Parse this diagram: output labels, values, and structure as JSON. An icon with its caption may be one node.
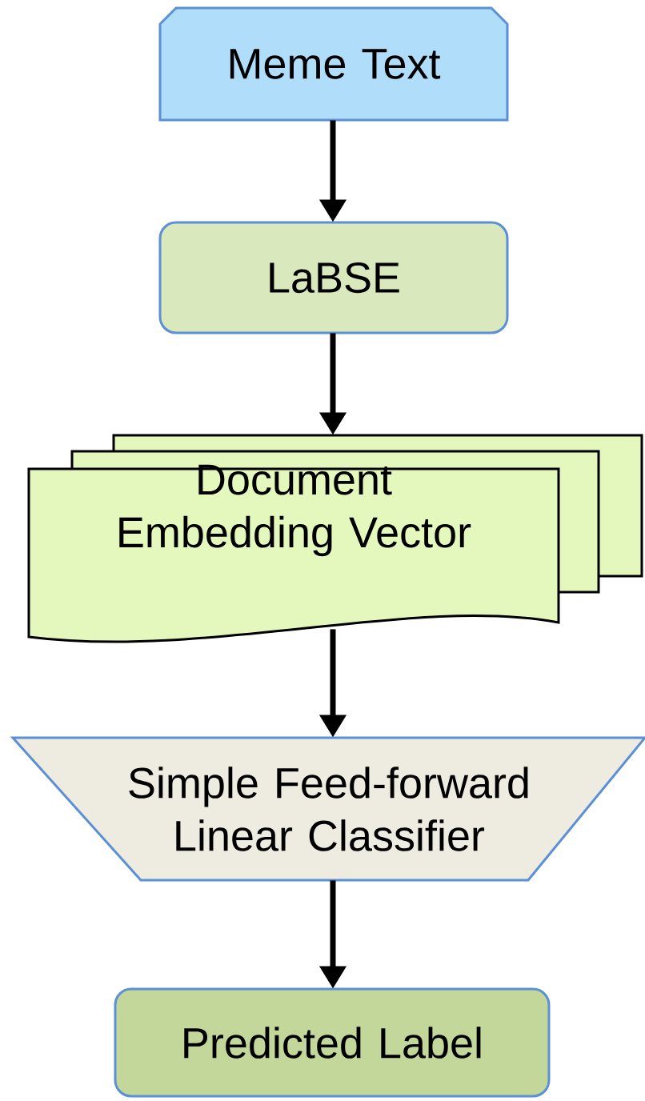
{
  "diagram": {
    "nodes": [
      {
        "text": [
          "Meme Text"
        ]
      },
      {
        "text": [
          "LaBSE"
        ]
      },
      {
        "text": [
          "Document Embedding Vector"
        ]
      },
      {
        "text": [
          "Simple Feed-forward Linear Classifier"
        ]
      },
      {
        "text": [
          "Predicted Label"
        ]
      }
    ],
    "edges": [
      {
        "from": 0,
        "to": 1,
        "arrow": "to"
      },
      {
        "from": 1,
        "to": 2,
        "arrow": "to"
      },
      {
        "from": 2,
        "to": 3,
        "arrow": "to"
      },
      {
        "from": 3,
        "to": 4,
        "arrow": "to"
      }
    ]
  }
}
